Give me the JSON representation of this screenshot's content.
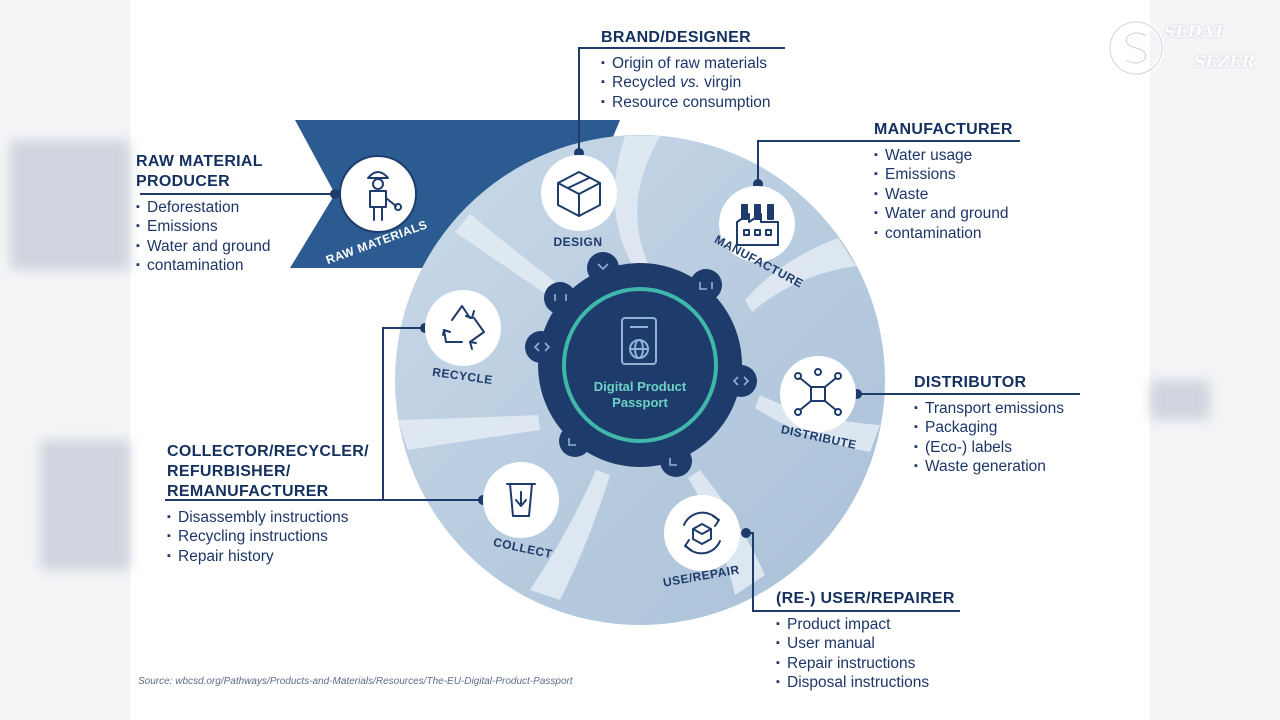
{
  "center": {
    "line1": "Digital Product",
    "line2": "Passport"
  },
  "stages": {
    "raw": "RAW MATERIALS",
    "design": "DESIGN",
    "manufacture": "MANUFACTURE",
    "distribute": "DISTRIBUTE",
    "use": "USE/REPAIR",
    "collect": "COLLECT",
    "recycle": "RECYCLE"
  },
  "blocks": {
    "brand": {
      "title": "BRAND/DESIGNER",
      "items": [
        "Origin of raw materials",
        "Recycled vs. virgin",
        "Resource consumption"
      ]
    },
    "manufacturer": {
      "title": "MANUFACTURER",
      "items": [
        "Water usage",
        "Emissions",
        "Waste",
        "Water and ground",
        "contamination"
      ]
    },
    "raw": {
      "title_line1": "RAW MATERIAL",
      "title_line2": "PRODUCER",
      "items": [
        "Deforestation",
        "Emissions",
        "Water and ground",
        "contamination"
      ]
    },
    "distributor": {
      "title": "DISTRIBUTOR",
      "items": [
        "Transport emissions",
        "Packaging",
        "(Eco-) labels",
        "Waste generation"
      ]
    },
    "collector": {
      "title_line1": "COLLECTOR/RECYCLER/",
      "title_line2": "REFURBISHER/",
      "title_line3": "REMANUFACTURER",
      "items": [
        "Disassembly instructions",
        "Recycling instructions",
        "Repair history"
      ]
    },
    "user": {
      "title": "(RE-) USER/REPAIRER",
      "items": [
        "Product impact",
        "User manual",
        "Repair instructions",
        "Disposal instructions"
      ]
    }
  },
  "source": "Source: wbcsd.org/Pathways/Products-and-Materials/Resources/The-EU-Digital-Product-Passport",
  "watermark": {
    "line1": "SEDAT",
    "line2": "SEZER"
  },
  "colors": {
    "navy": "#1d3b6b",
    "ring": "#b9cde0",
    "center_ring": "#3fb7a9",
    "banner": "#2b5b90"
  }
}
